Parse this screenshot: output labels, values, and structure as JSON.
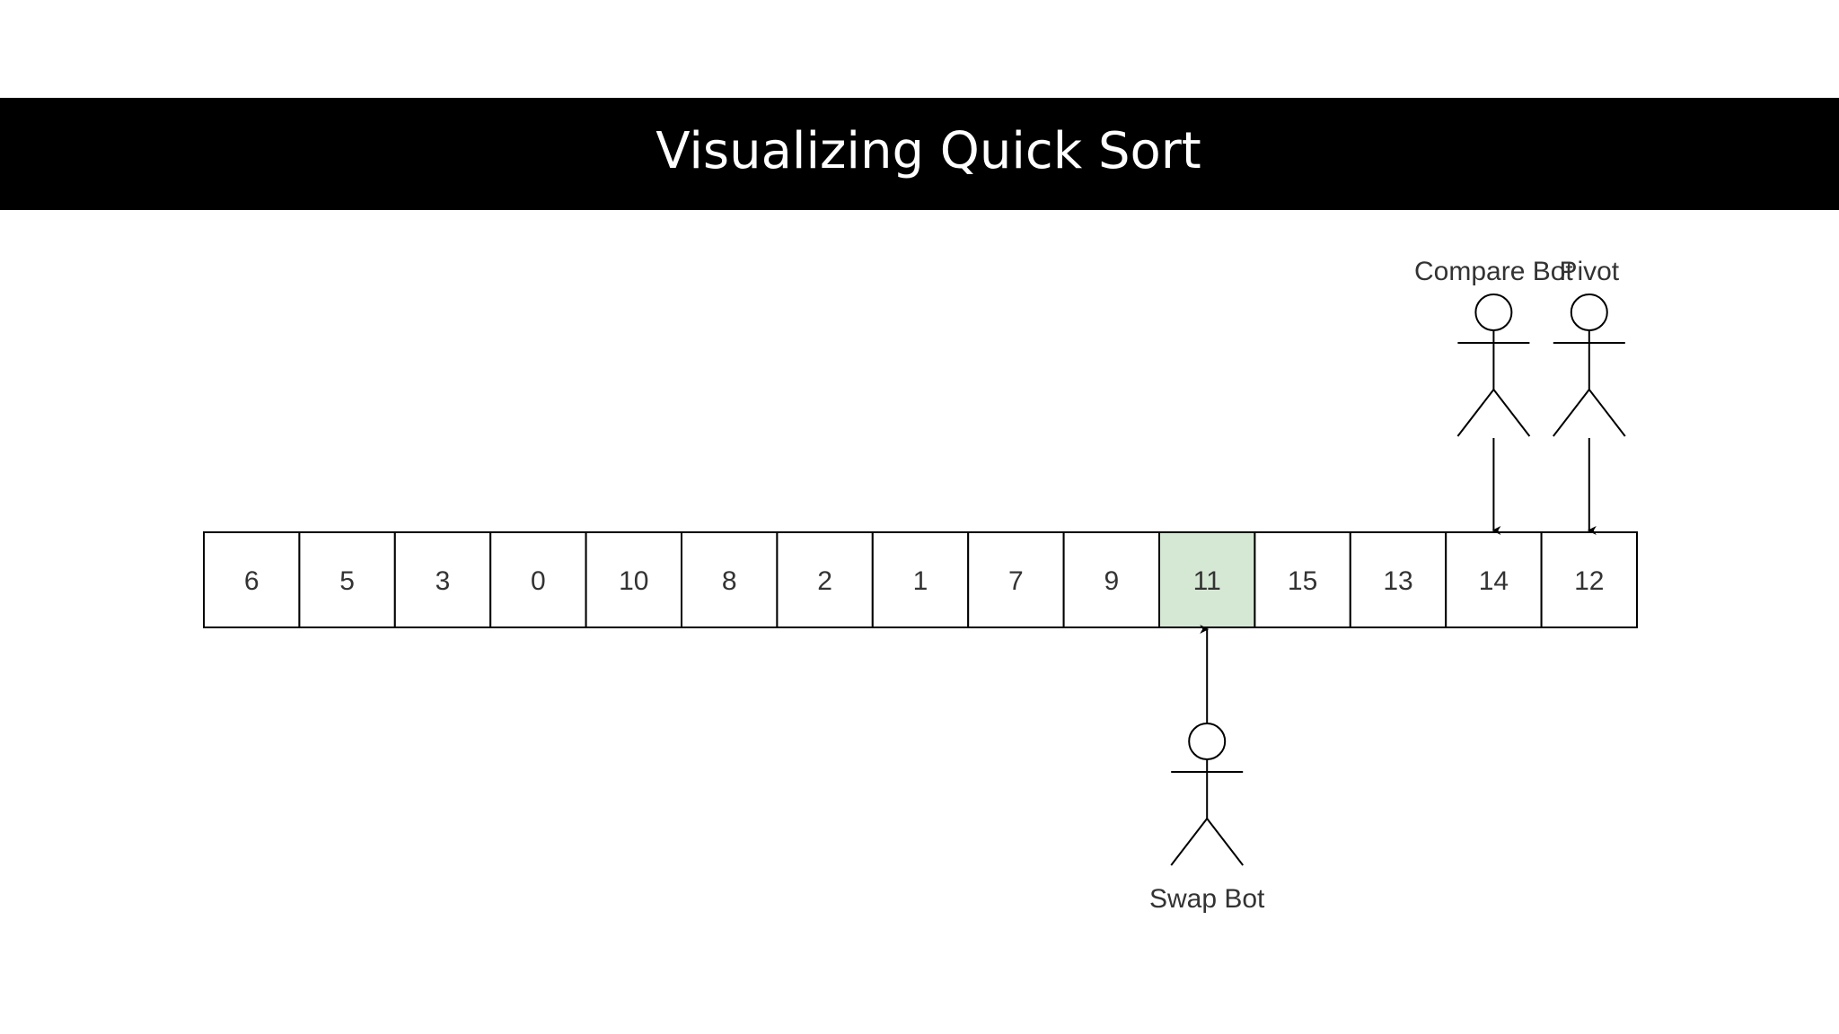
{
  "title": "Visualizing Quick Sort",
  "array": {
    "values": [
      "6",
      "5",
      "3",
      "0",
      "10",
      "8",
      "2",
      "1",
      "7",
      "9",
      "11",
      "15",
      "13",
      "14",
      "12"
    ],
    "highlight_index": 10,
    "highlight_color": "#d5e8d4",
    "border_color": "#000000"
  },
  "actors": {
    "compare_bot": {
      "label": "Compare Bot",
      "points_to_index": 13
    },
    "pivot": {
      "label": "Pivot",
      "points_to_index": 14
    },
    "swap_bot": {
      "label": "Swap Bot",
      "points_to_index": 10
    }
  }
}
